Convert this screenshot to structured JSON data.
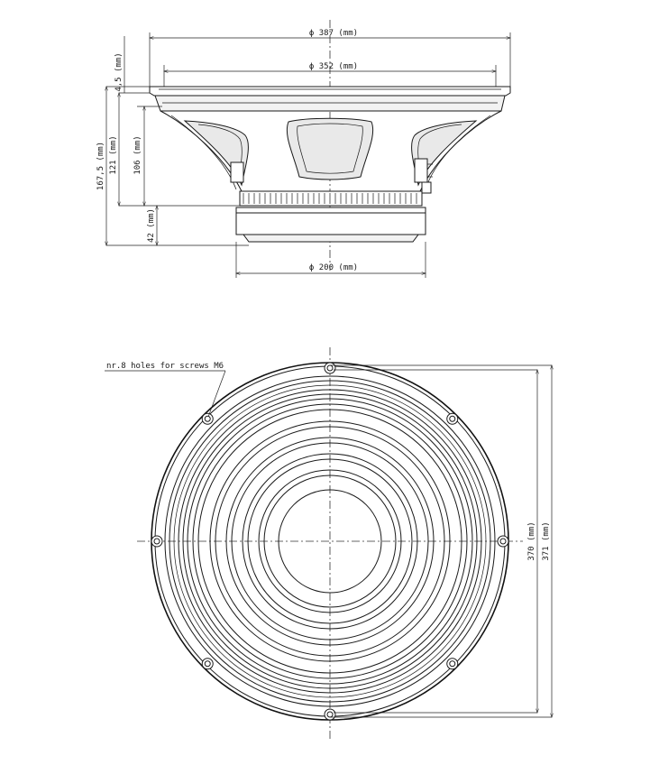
{
  "side_view": {
    "dim_top_flange": "4,5  (mm)",
    "dim_total_height": "167,5  (mm)",
    "dim_frame_height": "121  (mm)",
    "dim_basket_height": "106  (mm)",
    "dim_magnet_height": "42  (mm)",
    "dim_outer_diameter": "ϕ  387  (mm)",
    "dim_cutout_diameter": "ϕ  352  (mm)",
    "dim_magnet_diameter": "ϕ  200  (mm)"
  },
  "front_view": {
    "holes_note": "nr.8  holes  for  screws  M6",
    "dim_hole_circle_a": "370  (mm)",
    "dim_hole_circle_b": "371  (mm)"
  }
}
